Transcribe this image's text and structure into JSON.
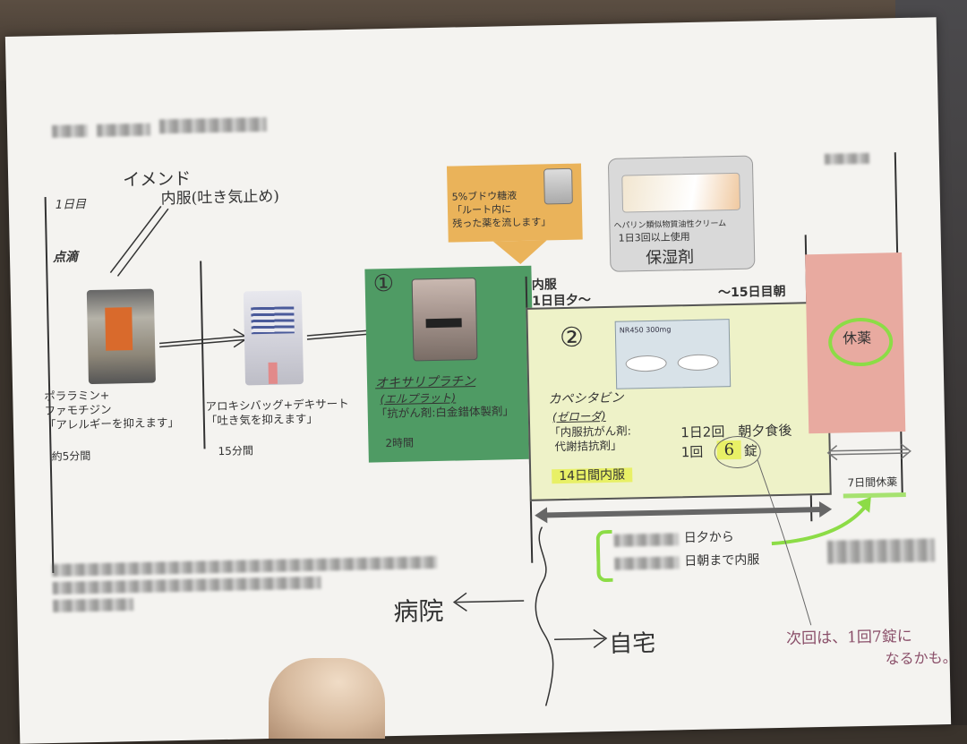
{
  "day1_label": "1日目",
  "iv_label": "点滴",
  "handwritten": {
    "emend": "イメンド",
    "emend_note": "内服(吐き気止め)",
    "ryouan": "保湿剤",
    "hospital": "病院",
    "home": "自宅",
    "next_note_1": "次回は、1回7錠に",
    "next_note_2": "なるかも。",
    "circle1": "①",
    "circle2": "②"
  },
  "step1": {
    "names": [
      "ポララミン+",
      "ファモチジン"
    ],
    "purpose": "「アレルギーを抑えます」",
    "duration": "約5分間"
  },
  "step2": {
    "names": "アロキシバッグ+デキサート",
    "purpose": "「吐き気を抑えます」",
    "duration": "15分間"
  },
  "step3": {
    "name": "オキサリプラチン",
    "brand": "(エルプラット)",
    "category": "「抗がん剤:白金錯体製剤」",
    "duration": "2時間"
  },
  "flush": {
    "line1": "5%ブドウ糖液",
    "line2": "「ルート内に",
    "line3": "残った薬を流します」"
  },
  "cream": {
    "line1": "ヘパリン類似物質油性クリーム",
    "line2": "1日3回以上使用"
  },
  "oral": {
    "label": "内服",
    "start": "1日目夕〜",
    "end": "〜15日目朝",
    "name": "カペシタビン",
    "brand": "(ゼローダ)",
    "category_1": "「内服抗がん剤:",
    "category_2": "代謝拮抗剤」",
    "dose_1": "1日2回　朝夕食後",
    "dose_2_prefix": "1回",
    "dose_2_num": "6",
    "dose_2_suffix": "錠",
    "duration": "14日間内服",
    "blister_text": "NR450 300mg"
  },
  "rest": {
    "label": "休薬",
    "duration": "7日間休薬"
  },
  "schedule": {
    "from": "日夕から",
    "until": "日朝まで内服"
  },
  "colors": {
    "green_box": "#4f9b64",
    "yellow_box": "#eef2c8",
    "pink_box": "#e8aaa0",
    "callout": "#eab35a",
    "highlighter": "#8cdc46"
  }
}
